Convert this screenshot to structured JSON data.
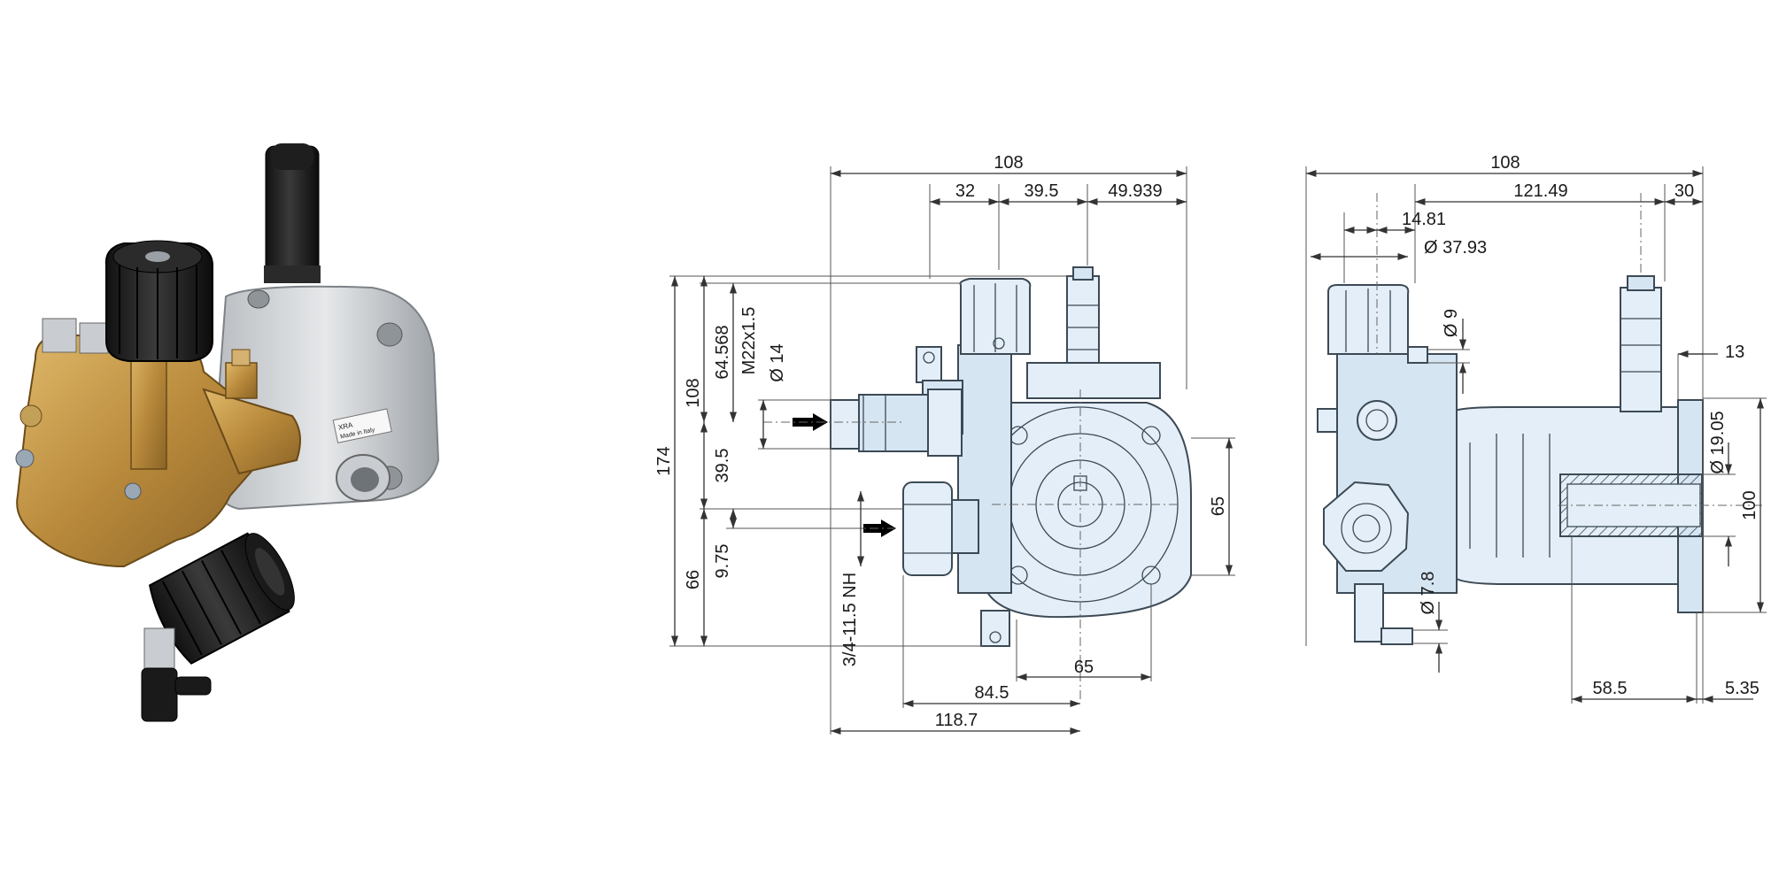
{
  "photo": {
    "label_lines": [
      "XRA",
      "Made in Italy"
    ]
  },
  "front_view": {
    "overall_width": "108",
    "top_segment_1": "32",
    "top_segment_2": "39.5",
    "top_segment_3": "49.939",
    "overall_height": "174",
    "upper_height": "108",
    "outlet_height": "64.568",
    "outlet_thread": "M22x1.5",
    "outlet_diameter": "Ø 14",
    "mid_offset": "39.5",
    "lower_height": "66",
    "inlet_offset": "9.75",
    "inlet_thread": "3/4-11.5 NH",
    "flange_height": "65",
    "flange_width": "65",
    "inlet_to_center": "84.5",
    "overall_bottom": "118.7"
  },
  "side_view": {
    "overall_width": "108",
    "span": "121.49",
    "right_segment": "30",
    "valve_offset": "14.81",
    "valve_diameter": "Ø 37.93",
    "small_port": "Ø 9",
    "flange_offset": "13",
    "shaft_diameter": "Ø 19.05",
    "flange_height": "100",
    "drain_diameter": "Ø 7.8",
    "shaft_length": "58.5",
    "flange_thickness": "5.35"
  }
}
